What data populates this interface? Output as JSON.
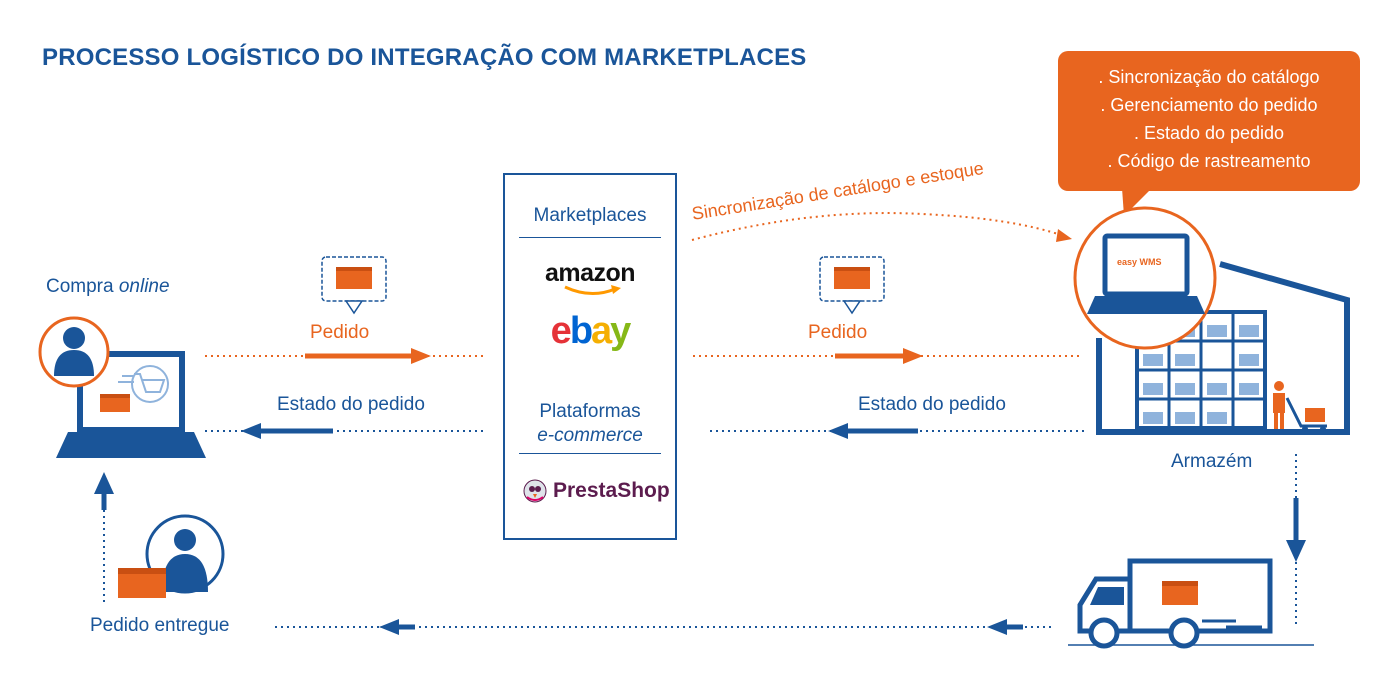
{
  "title": "PROCESSO LOGÍSTICO DO INTEGRAÇÃO COM MARKETPLACES",
  "features": [
    ". Sincronização do catálogo",
    ". Gerenciamento do pedido",
    ". Estado do pedido",
    ". Código de rastreamento"
  ],
  "customer": {
    "label_prefix": "Compra ",
    "label_online": "online"
  },
  "flow_left": {
    "order_label": "Pedido",
    "status_label": "Estado do pedido"
  },
  "flow_right": {
    "order_label": "Pedido",
    "status_label": "Estado do pedido"
  },
  "sync_label": "Sincronização de catálogo e estoque",
  "center": {
    "marketplaces_heading": "Marketplaces",
    "amazon_logo": "amazon",
    "ebay_logo": [
      "e",
      "b",
      "a",
      "y"
    ],
    "platforms_heading": "Plataformas",
    "platforms_subheading": "e-commerce",
    "prestashop_logo": "PrestaShop"
  },
  "warehouse": {
    "label": "Armazém",
    "laptop_logo": "easy WMS"
  },
  "delivered": {
    "label": "Pedido entregue"
  },
  "colors": {
    "blue": "#1a5599",
    "orange": "#e8651f",
    "light_blue": "#8fb3dc"
  }
}
